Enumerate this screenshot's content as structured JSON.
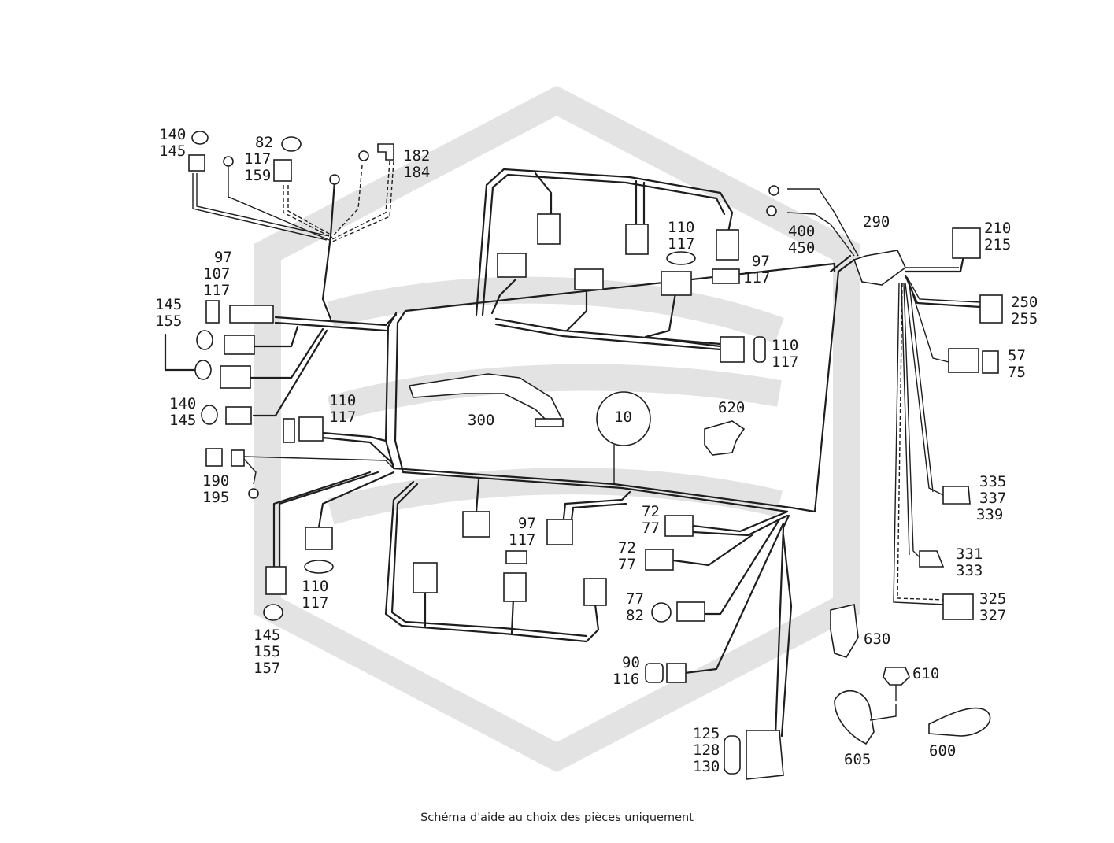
{
  "caption": "Schéma d'aide au choix des pièces uniquement",
  "labels": {
    "l_140_145_a": [
      "140",
      "145"
    ],
    "l_82_117_159": [
      "82",
      "117",
      "159"
    ],
    "l_182_184": [
      "182",
      "184"
    ],
    "l_97_107_117": [
      "97",
      "107",
      "117"
    ],
    "l_145_155_a": [
      "145",
      "155"
    ],
    "l_140_145_b": [
      "140",
      "145"
    ],
    "l_110_117_a": [
      "110",
      "117"
    ],
    "l_190_195": [
      "190",
      "195"
    ],
    "l_145_155_157": [
      "145",
      "155",
      "157"
    ],
    "l_110_117_b": [
      "110",
      "117"
    ],
    "l_97_117_a": [
      "97",
      "117"
    ],
    "l_110_117_c": [
      "110",
      "117"
    ],
    "l_97_117_b": [
      "97",
      "117"
    ],
    "l_110_117_d": [
      "110",
      "117"
    ],
    "l_300": [
      "300"
    ],
    "l_10": [
      "10"
    ],
    "l_620": [
      "620"
    ],
    "l_400_450": [
      "400",
      "450"
    ],
    "l_290": [
      "290"
    ],
    "l_210_215": [
      "210",
      "215"
    ],
    "l_250_255": [
      "250",
      "255"
    ],
    "l_57_75": [
      "57",
      "75"
    ],
    "l_335_337_339": [
      "335",
      "337",
      "339"
    ],
    "l_331_333": [
      "331",
      "333"
    ],
    "l_325_327": [
      "325",
      "327"
    ],
    "l_72_77_a": [
      "72",
      "77"
    ],
    "l_72_77_b": [
      "72",
      "77"
    ],
    "l_77_82": [
      "77",
      "82"
    ],
    "l_90_116": [
      "90",
      "116"
    ],
    "l_630": [
      "630"
    ],
    "l_610": [
      "610"
    ],
    "l_605": [
      "605"
    ],
    "l_600": [
      "600"
    ],
    "l_125_128_130": [
      "125",
      "128",
      "130"
    ]
  }
}
